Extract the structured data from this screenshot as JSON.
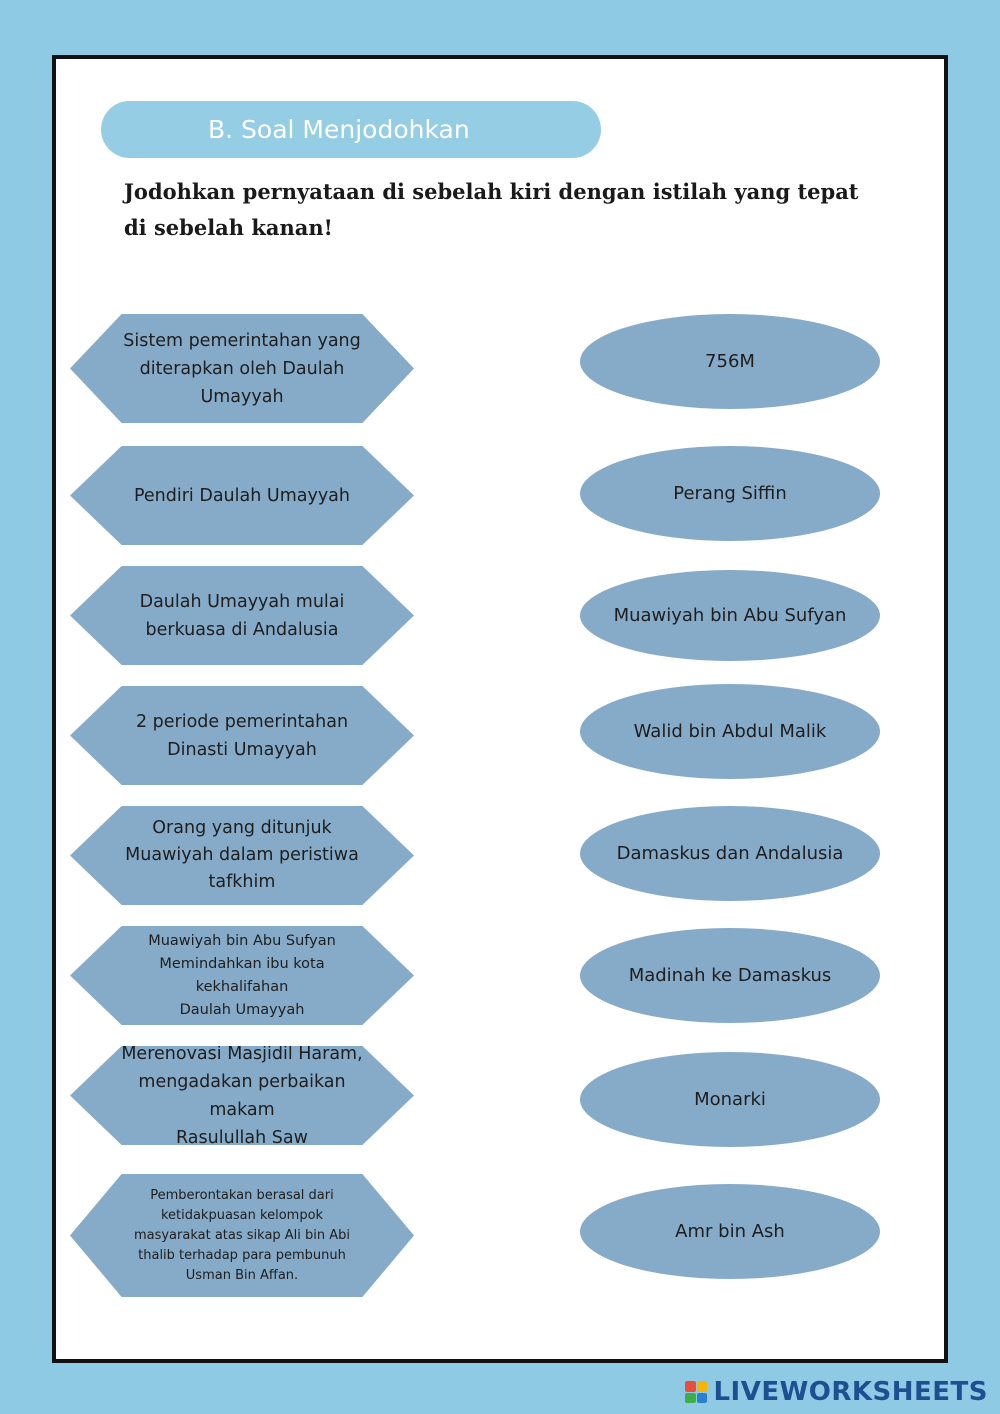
{
  "section_title": "B. Soal Menjodohkan",
  "instruction": "Jodohkan pernyataan di sebelah kiri dengan istilah yang tepat di sebelah kanan!",
  "statements": [
    [
      "Sistem pemerintahan yang",
      "diterapkan oleh Daulah",
      "Umayyah"
    ],
    [
      "Pendiri  Daulah Umayyah"
    ],
    [
      "Daulah Umayyah mulai",
      "berkuasa di Andalusia"
    ],
    [
      "2 periode pemerintahan",
      "Dinasti Umayyah"
    ],
    [
      "Orang yang ditunjuk",
      "Muawiyah dalam peristiwa",
      "tafkhim"
    ],
    [
      "Muawiyah bin Abu Sufyan",
      "Memindahkan ibu kota kekhalifahan",
      "Daulah Umayyah"
    ],
    [
      "Merenovasi Masjidil Haram,",
      "mengadakan perbaikan makam",
      "Rasulullah Saw"
    ],
    [
      "Pemberontakan berasal dari",
      "ketidakpuasan kelompok",
      "masyarakat atas sikap Ali bin Abi",
      "thalib terhadap para pembunuh",
      "Usman Bin Affan."
    ]
  ],
  "answers": [
    "756M",
    "Perang Siffin",
    "Muawiyah bin Abu Sufyan",
    "Walid bin Abdul Malik",
    "Damaskus dan Andalusia",
    "Madinah ke Damaskus",
    "Monarki",
    "Amr bin Ash"
  ],
  "footer": {
    "brand": "LIVEWORKSHEETS"
  },
  "colors": {
    "background": "#8fcae4",
    "card": "#86abc9",
    "title_pill": "#95cde5",
    "brand": "#1d4f91"
  }
}
